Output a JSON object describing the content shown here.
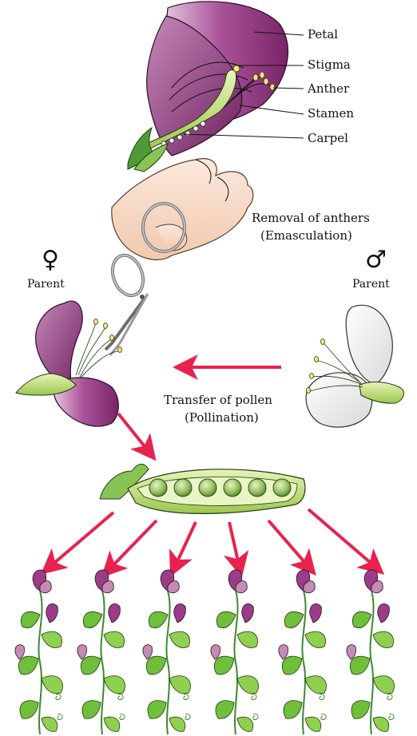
{
  "flower_labels": {
    "petal": "Petal",
    "stigma": "Stigma",
    "anther": "Anther",
    "stamen": "Stamen",
    "carpel": "Carpel"
  },
  "emasculation": {
    "line1": "Removal of anthers",
    "line2": "(Emasculation)"
  },
  "female_parent": {
    "symbol": "♀",
    "label": "Parent"
  },
  "male_parent": {
    "symbol": "♂",
    "label": "Parent"
  },
  "pollination": {
    "line1": "Transfer of pollen",
    "line2": "(Pollination)"
  },
  "colors": {
    "petal_purple": "#8e2f7a",
    "petal_light": "#c48bb5",
    "green": "#a8cf5a",
    "dark_green": "#3d8a2e",
    "arrow_red": "#e8224e",
    "pea": "#7fa74a"
  },
  "offspring_count": 6,
  "pea_count": 6
}
